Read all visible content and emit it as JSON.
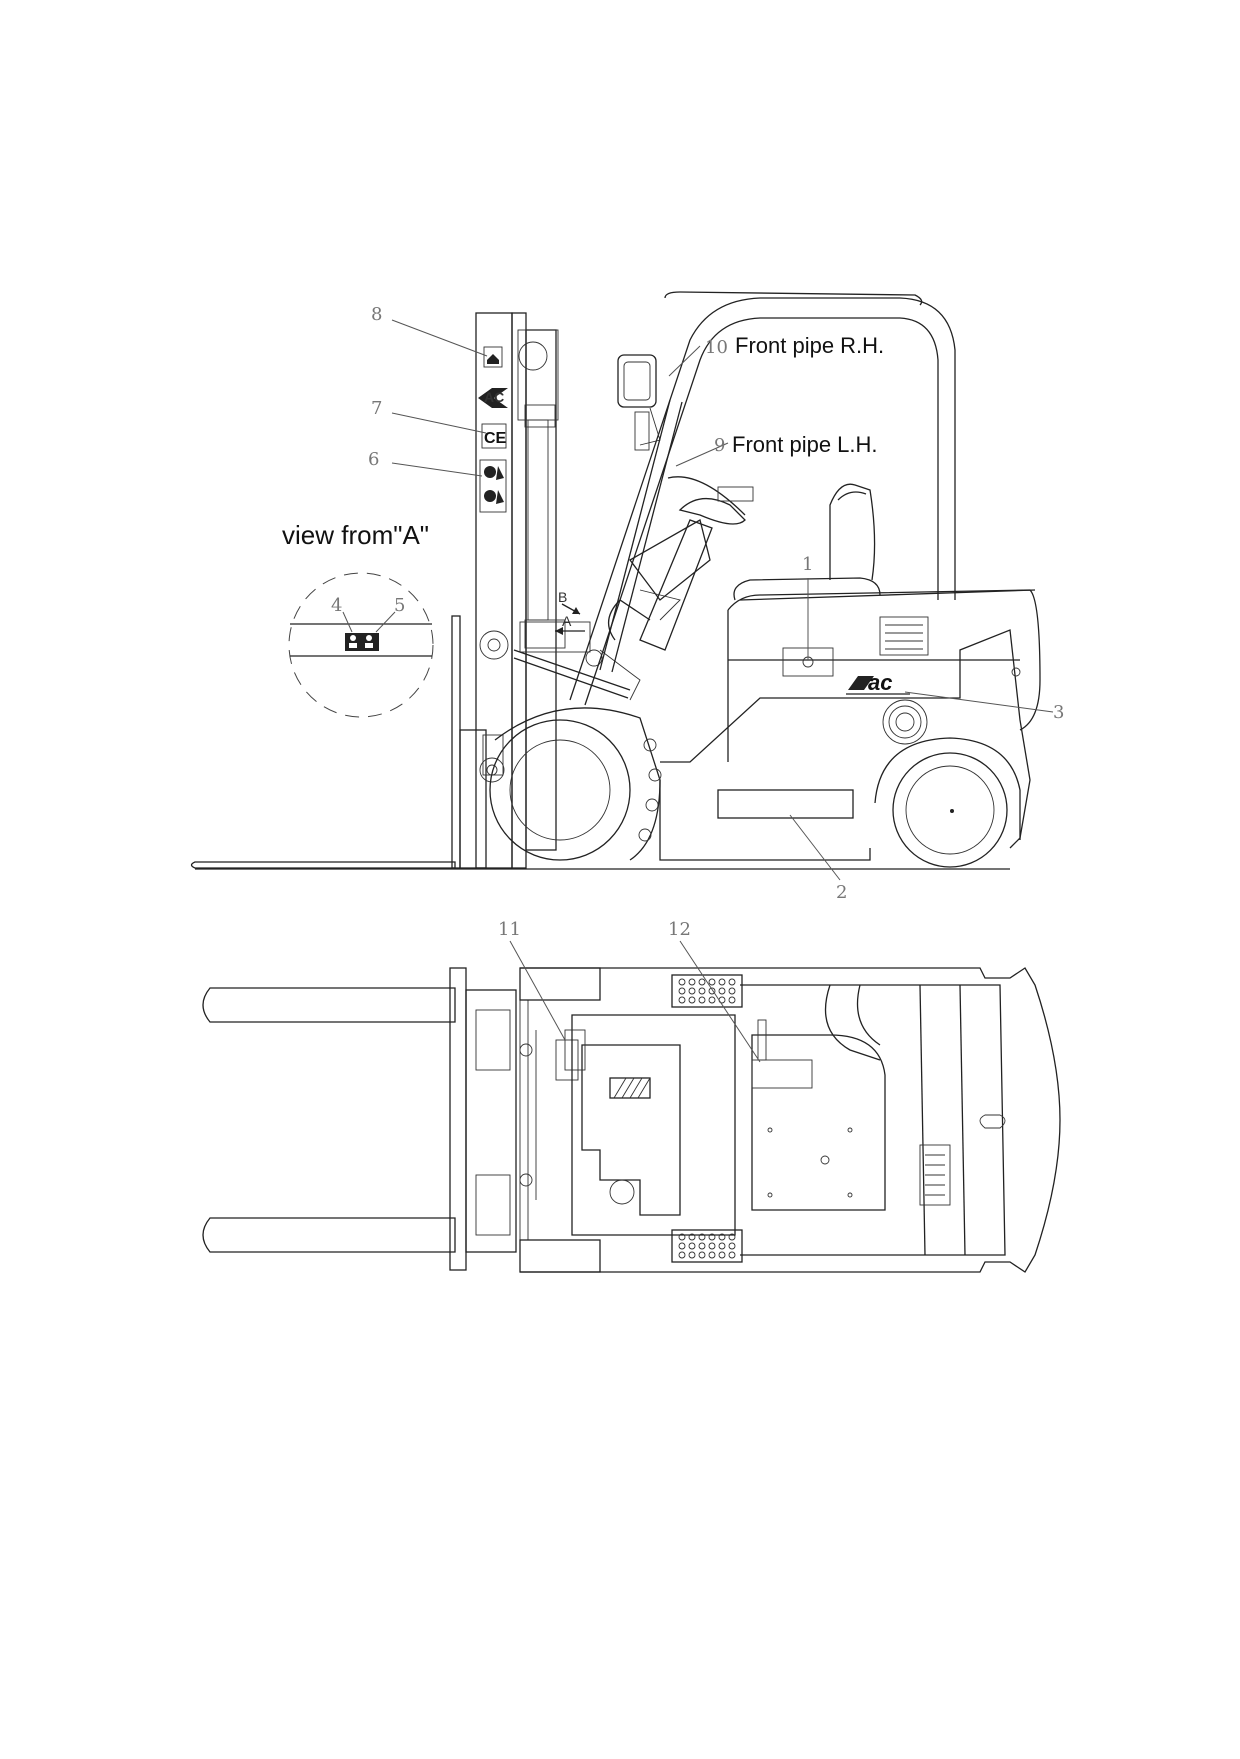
{
  "labels": {
    "front_pipe_rh": "Front pipe R.H.",
    "front_pipe_lh": "Front pipe L.H.",
    "view_from_a": "view from\"A\"",
    "arrow_a": "A",
    "arrow_b": "B",
    "logo_text": "ac"
  },
  "callouts": [
    "1",
    "2",
    "3",
    "4",
    "5",
    "6",
    "7",
    "8",
    "9",
    "10",
    "11",
    "12"
  ]
}
